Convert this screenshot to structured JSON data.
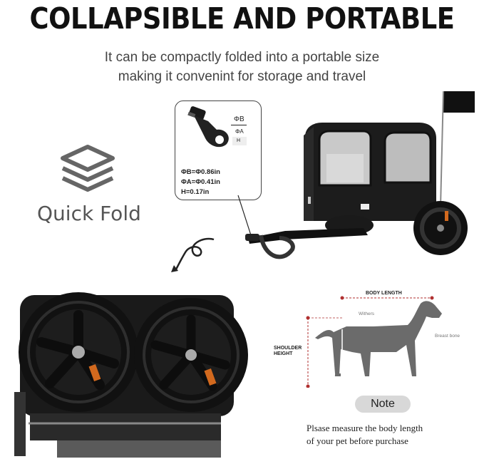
{
  "headline": "COLLAPSIBLE AND PORTABLE",
  "subtitle_line1": "It can be compactly folded into a portable size",
  "subtitle_line2": "making it convenint for storage and travel",
  "quick_fold_label": "Quick Fold",
  "spec": {
    "phi_b_label": "ΦB",
    "phi_a_label": "ΦA",
    "h_label": "H",
    "phi_b_value": "ΦB=Φ0.86in",
    "phi_a_value": "ΦA=Φ0.41in",
    "h_value": "H=0.17in"
  },
  "dog_diagram": {
    "body_length": "BODY LENGTH",
    "withers": "Withers",
    "breast_bone": "Breast bone",
    "shoulder_height_1": "SHOULDER",
    "shoulder_height_2": "HEIGHT"
  },
  "note": {
    "title": "Note",
    "line1": "Plsase measure  the body  length",
    "line2": "of your pet before purchase"
  },
  "colors": {
    "measure_red": "#b03030",
    "dog": "#6b6b6b",
    "frame": "#1a1a1a"
  }
}
